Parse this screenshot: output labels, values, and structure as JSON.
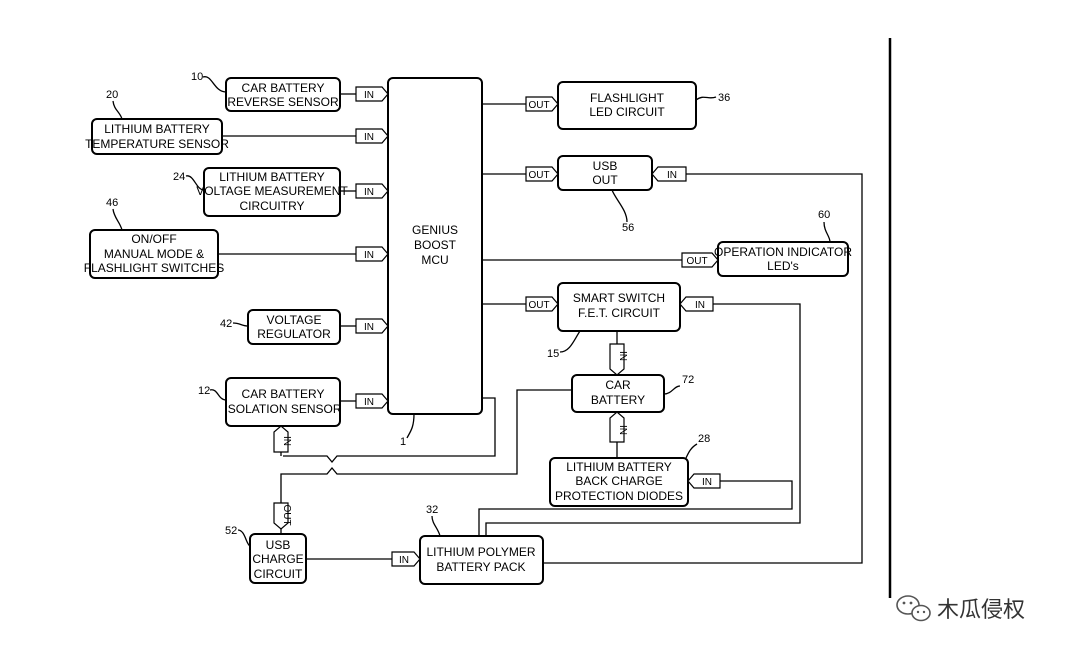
{
  "blocks": {
    "mcu": [
      "GENIUS",
      "BOOST",
      "MCU"
    ],
    "reverse_sensor": [
      "CAR BATTERY",
      "REVERSE SENSOR"
    ],
    "temp_sensor": [
      "LITHIUM BATTERY",
      "TEMPERATURE SENSOR"
    ],
    "voltage_measure": [
      "LITHIUM BATTERY",
      "VOLTAGE MEASUREMENT",
      "CIRCUITRY"
    ],
    "switches": [
      "ON/OFF",
      "MANUAL MODE &",
      "FLASHLIGHT SWITCHES"
    ],
    "regulator": [
      "VOLTAGE",
      "REGULATOR"
    ],
    "isolation_sensor": [
      "CAR BATTERY",
      "ISOLATION SENSOR"
    ],
    "usb_charge": [
      "USB",
      "CHARGE",
      "CIRCUIT"
    ],
    "flashlight": [
      "FLASHLIGHT",
      "LED CIRCUIT"
    ],
    "usb_out": [
      "USB",
      "OUT"
    ],
    "indicator": [
      "OPERATION INDICATOR",
      "LED's"
    ],
    "smart_switch": [
      "SMART SWITCH",
      "F.E.T. CIRCUIT"
    ],
    "car_battery": [
      "CAR",
      "BATTERY"
    ],
    "diodes": [
      "LITHIUM BATTERY",
      "BACK CHARGE",
      "PROTECTION DIODES"
    ],
    "lipo_pack": [
      "LITHIUM POLYMER",
      "BATTERY PACK"
    ]
  },
  "refs": {
    "r10": "10",
    "r20": "20",
    "r24": "24",
    "r46": "46",
    "r42": "42",
    "r12": "12",
    "r52": "52",
    "r32": "32",
    "r1": "1",
    "r36": "36",
    "r56": "56",
    "r60": "60",
    "r15": "15",
    "r72": "72",
    "r28": "28"
  },
  "ports": {
    "in": "IN",
    "out": "OUT"
  },
  "watermark": "木瓜侵权",
  "colors": {
    "line": "#000000",
    "background": "#ffffff",
    "watermark": "#333333"
  }
}
